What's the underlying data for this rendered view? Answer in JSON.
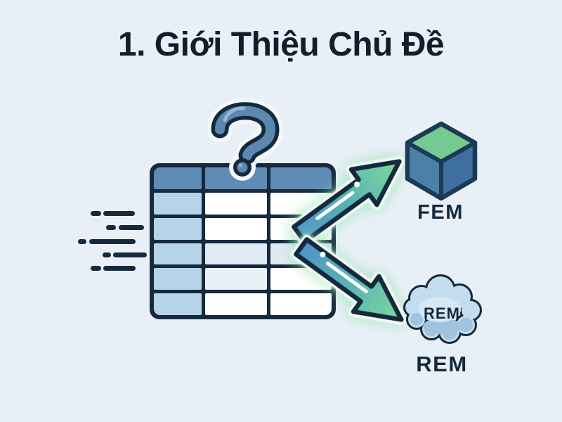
{
  "title": "1. Giới Thiệu Chủ Đề",
  "figure": {
    "question_mark_symbol": "?",
    "fem_label": "FEM",
    "rem_cloud_text": "REM",
    "rem_label": "REM",
    "table": {
      "columns": 3,
      "rows": 6,
      "cells_blank": true
    }
  },
  "colors": {
    "background": "#e9eff6",
    "title_text": "#131d2b",
    "navy_outline": "#16293e",
    "table_header": "#5e8cb4",
    "table_first_column": "#b7d3e7",
    "table_tint_row": "#dfeaf3",
    "question_mark_fill": "#5c88b0",
    "arrow_blue": "#4e93c7",
    "arrow_teal": "#59b3b4",
    "arrow_green": "#7ed99b",
    "arrow_glow": "#8ce2ab",
    "cube_top": "#74ca90",
    "cube_left": "#4d80a9",
    "cube_right": "#3f6f9e",
    "cloud_fill": "#c3ddee",
    "cloud_shade": "#9fc3dc"
  }
}
